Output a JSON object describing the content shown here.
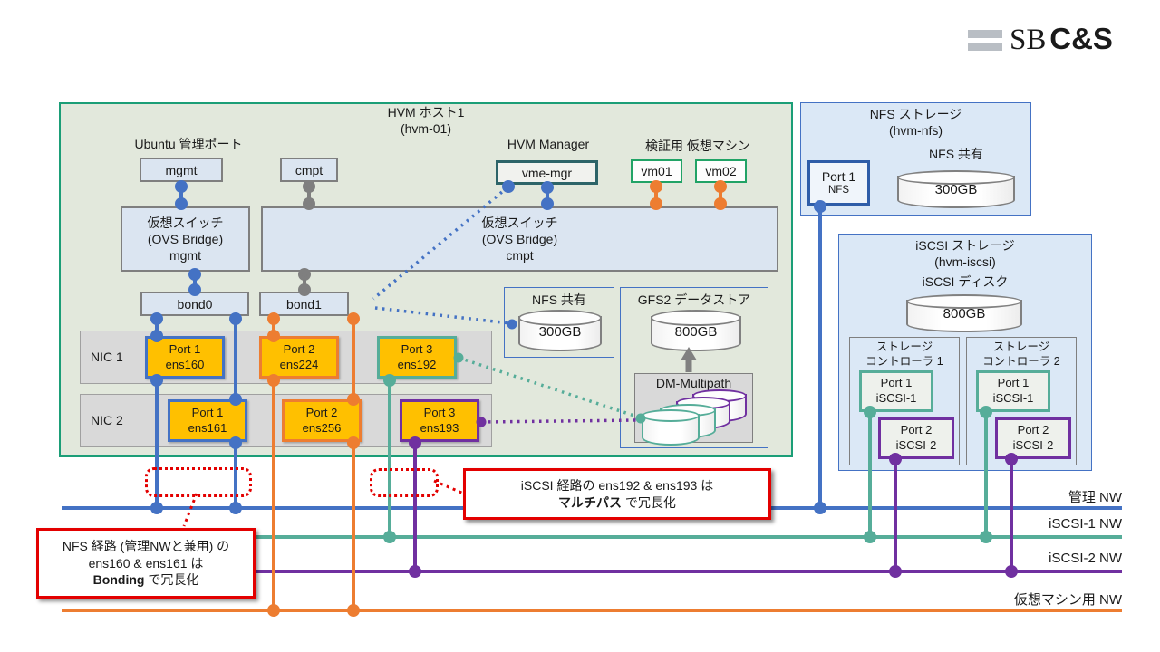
{
  "logo": {
    "sb": "SB",
    "cs": "C&S"
  },
  "host": {
    "title": "HVM ホスト1",
    "subtitle": "(hvm-01)",
    "ubuntu_label": "Ubuntu 管理ポート",
    "mgmt": "mgmt",
    "cmpt": "cmpt",
    "hvm_manager_label": "HVM Manager",
    "vme_mgr": "vme-mgr",
    "vm_label": "検証用 仮想マシン",
    "vm01": "vm01",
    "vm02": "vm02",
    "vswitch_mgmt": {
      "l1": "仮想スイッチ",
      "l2": "(OVS Bridge)",
      "l3": "mgmt"
    },
    "vswitch_cmpt": {
      "l1": "仮想スイッチ",
      "l2": "(OVS Bridge)",
      "l3": "cmpt"
    },
    "bond0": "bond0",
    "bond1": "bond1",
    "nic1": "NIC 1",
    "nic2": "NIC 2",
    "ens160": {
      "l1": "Port 1",
      "l2": "ens160"
    },
    "ens224": {
      "l1": "Port 2",
      "l2": "ens224"
    },
    "ens192": {
      "l1": "Port 3",
      "l2": "ens192"
    },
    "ens161": {
      "l1": "Port 1",
      "l2": "ens161"
    },
    "ens256": {
      "l1": "Port 2",
      "l2": "ens256"
    },
    "ens193": {
      "l1": "Port 3",
      "l2": "ens193"
    },
    "nfs_share": {
      "title": "NFS 共有",
      "size": "300GB"
    },
    "gfs2": {
      "title": "GFS2 データストア",
      "size": "800GB",
      "dm": "DM-Multipath"
    }
  },
  "nfs_storage": {
    "title": "NFS ストレージ",
    "subtitle": "(hvm-nfs)",
    "port": {
      "l1": "Port 1",
      "l2": "NFS"
    },
    "share_label": "NFS 共有",
    "size": "300GB"
  },
  "iscsi_storage": {
    "title": "iSCSI ストレージ",
    "subtitle": "(hvm-iscsi)",
    "disk_label": "iSCSI ディスク",
    "size": "800GB",
    "ctrl1": {
      "l1": "ストレージ",
      "l2": "コントローラ 1",
      "p1": {
        "l1": "Port 1",
        "l2": "iSCSI-1"
      },
      "p2": {
        "l1": "Port 2",
        "l2": "iSCSI-2"
      }
    },
    "ctrl2": {
      "l1": "ストレージ",
      "l2": "コントローラ 2",
      "p1": {
        "l1": "Port 1",
        "l2": "iSCSI-1"
      },
      "p2": {
        "l1": "Port 2",
        "l2": "iSCSI-2"
      }
    }
  },
  "networks": {
    "mgmt": "管理 NW",
    "iscsi1": "iSCSI-1 NW",
    "iscsi2": "iSCSI-2 NW",
    "vm": "仮想マシン用 NW"
  },
  "callouts": {
    "iscsi": {
      "l1": "iSCSI 経路の ens192 & ens193 は",
      "bold": "マルチパス",
      "rest": " で冗長化"
    },
    "nfs": {
      "l1": "NFS 経路 (管理NWと兼用) の",
      "l2": "ens160 & ens161 は",
      "bold": "Bonding",
      "rest": " で冗長化"
    }
  },
  "colors": {
    "blue": "#4472c4",
    "orange": "#ed7d31",
    "teal": "#56ad99",
    "purple": "#7030a0",
    "green": "#1b9e77",
    "port_fill": "#ffc000",
    "red": "#e30000"
  }
}
